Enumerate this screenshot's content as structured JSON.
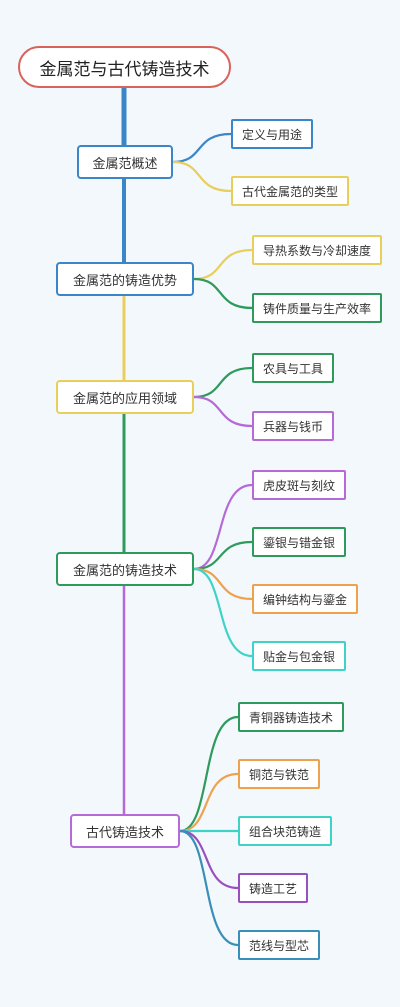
{
  "title": "金属范与古代铸造技术",
  "colors": {
    "root_border": "#d9625b",
    "blue": "#3a86c8",
    "yellow": "#e8cf5c",
    "green": "#2e9a5c",
    "purple": "#b56ad8",
    "orange": "#efa24e",
    "teal": "#3fd3c8",
    "background": "#f3f8fc"
  },
  "branches": [
    {
      "label": "金属范概述",
      "color": "#3a86c8",
      "children": [
        {
          "label": "定义与用途",
          "color": "#3a86c8"
        },
        {
          "label": "古代金属范的类型",
          "color": "#e8cf5c"
        }
      ]
    },
    {
      "label": "金属范的铸造优势",
      "color": "#3a86c8",
      "children": [
        {
          "label": "导热系数与冷却速度",
          "color": "#e8cf5c"
        },
        {
          "label": "铸件质量与生产效率",
          "color": "#2e9a5c"
        }
      ]
    },
    {
      "label": "金属范的应用领域",
      "color": "#e8cf5c",
      "children": [
        {
          "label": "农具与工具",
          "color": "#2e9a5c"
        },
        {
          "label": "兵器与钱币",
          "color": "#b56ad8"
        }
      ]
    },
    {
      "label": "金属范的铸造技术",
      "color": "#2e9a5c",
      "children": [
        {
          "label": "虎皮斑与刻纹",
          "color": "#b56ad8"
        },
        {
          "label": "鎏银与错金银",
          "color": "#2e9a5c"
        },
        {
          "label": "编钟结构与鎏金",
          "color": "#efa24e"
        },
        {
          "label": "贴金与包金银",
          "color": "#3fd3c8"
        }
      ]
    },
    {
      "label": "古代铸造技术",
      "color": "#b56ad8",
      "children": [
        {
          "label": "青铜器铸造技术",
          "color": "#2e9a5c"
        },
        {
          "label": "铜范与铁范",
          "color": "#efa24e"
        },
        {
          "label": "组合块范铸造",
          "color": "#3fd3c8"
        },
        {
          "label": "铸造工艺",
          "color": "#9a4fc0"
        },
        {
          "label": "范线与型芯",
          "color": "#3a8fb8"
        }
      ]
    }
  ]
}
